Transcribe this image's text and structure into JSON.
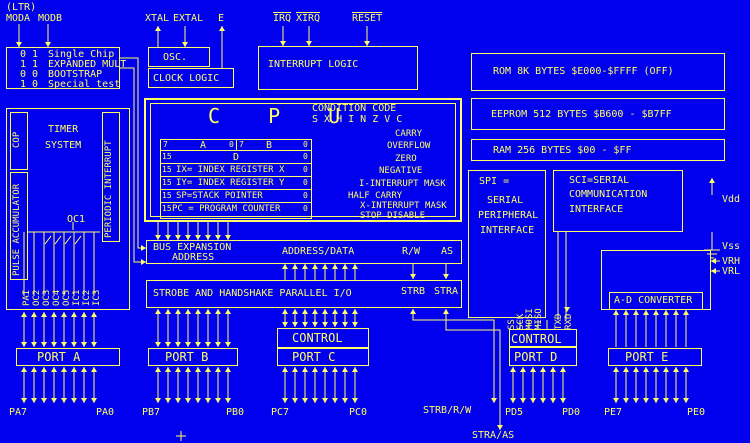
{
  "colors": {
    "background": "#0000ee",
    "line": "#ffff66"
  },
  "header": {
    "ltr": "(LTR)",
    "moda": "MODA",
    "modb": "MODB",
    "xtal": "XTAL",
    "extal": "EXTAL",
    "e": "E",
    "irq": "IRQ",
    "xirq": "XIRQ",
    "reset": "RESET"
  },
  "mode_table": [
    {
      "bits": "0 1",
      "label": "Single Chip"
    },
    {
      "bits": "1 1",
      "label": "EXPANDED MULT"
    },
    {
      "bits": "0 0",
      "label": "BOOTSTRAP"
    },
    {
      "bits": "1 0",
      "label": "Special test"
    }
  ],
  "clock": {
    "osc": "OSC.",
    "logic": "CLOCK LOGIC"
  },
  "interrupt_logic": "INTERRUPT LOGIC",
  "memory": {
    "rom": "ROM 8K BYTES $E000-$FFFF   (OFF)",
    "eeprom": "EEPROM 512 BYTES $B600 - $B7FF",
    "ram": "RAM 256 BYTES $00 - $FF"
  },
  "cpu": {
    "title": "C P U",
    "ccr_title": "CONDITION CODE",
    "ccr_bits": "S X H I N Z V C",
    "flags": [
      "CARRY",
      "OVERFLOW",
      "ZERO",
      "NEGATIVE",
      "I-INTERRUPT MASK",
      "HALF CARRY",
      "X-INTERRUPT MASK",
      "STOP DISABLE"
    ],
    "reg_row1": {
      "a": "A",
      "b": "B",
      "n7a": "7",
      "n0a": "0",
      "n7b": "7",
      "n0b": "0"
    },
    "reg_d": "D",
    "regs": [
      "IX= INDEX REGISTER X",
      "IY= INDEX REGISTER Y",
      "SP=STACK POINTER",
      "PC = PROGRAM COUNTER"
    ],
    "n15": "15",
    "n0": "0"
  },
  "timer": {
    "cop": "COP",
    "timer_system": "TIMER",
    "timer_system2": "SYSTEM",
    "periodic": "PERIODIC INTERRUPT",
    "pulse": "PULSE ACCUMULATOR",
    "oc1": "OC1",
    "pins": [
      "PAI",
      "OC2",
      "OC3",
      "OC4",
      "OC5",
      "IC1",
      "IC2",
      "IC3"
    ]
  },
  "bus": {
    "expansion": "BUS EXPANSION",
    "address": "ADDRESS",
    "address_data": "ADDRESS/DATA",
    "rw": "R/W",
    "as": "AS"
  },
  "strobe": {
    "label": "STROBE AND HANDSHAKE PARALLEL I/O",
    "strb": "STRB",
    "stra": "STRA"
  },
  "spi": {
    "line1": "SPI =",
    "line2": "SERIAL",
    "line3": "PERIPHERAL",
    "line4": "INTERFACE",
    "pins": [
      "SS",
      "SCK",
      "MOSI",
      "MISO"
    ]
  },
  "sci": {
    "line1": "SCI=SERIAL",
    "line2": "COMMUNICATION",
    "line3": "INTERFACE",
    "pins": [
      "TXD",
      "RXD"
    ]
  },
  "power": {
    "vdd": "Vdd",
    "vss": "Vss",
    "vrh": "VRH",
    "vrl": "VRL"
  },
  "adc": "A-D CONVERTER",
  "ports": {
    "a": "PORT A",
    "b": "PORT B",
    "c": "PORT C",
    "d": "PORT D",
    "e": "PORT E",
    "control": "CONTROL"
  },
  "pins_bottom": {
    "pa7": "PA7",
    "pa0": "PA0",
    "pb7": "PB7",
    "pb0": "PB0",
    "pc7": "PC7",
    "pc0": "PC0",
    "strb_rw": "STRB/R/W",
    "stra_as": "STRA/AS",
    "pd5": "PD5",
    "pd0": "PD0",
    "pe7": "PE7",
    "pe0": "PE0"
  }
}
